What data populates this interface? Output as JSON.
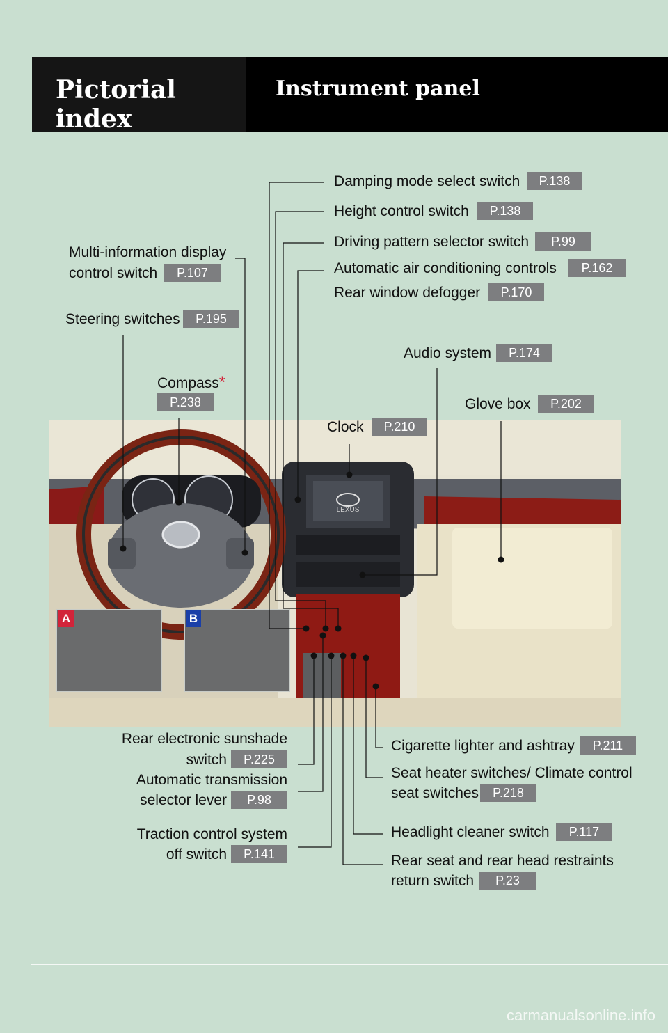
{
  "header": {
    "section": "Pictorial index",
    "page": "Instrument panel"
  },
  "photo": {
    "tag_a": "A",
    "tag_b": "B",
    "emblem_text": "LEXUS"
  },
  "callouts": {
    "damping": {
      "label": "Damping mode select switch",
      "page": "P.138"
    },
    "height": {
      "label": "Height control switch",
      "page": "P.138"
    },
    "driving": {
      "label": "Driving pattern selector switch",
      "page": "P.99"
    },
    "aircon": {
      "label": "Automatic air conditioning controls",
      "page": "P.162"
    },
    "defogger": {
      "label": "Rear window defogger",
      "page": "P.170"
    },
    "multi": {
      "line1": "Multi-information display",
      "line2": "control switch",
      "page": "P.107"
    },
    "steering": {
      "label": "Steering switches",
      "page": "P.195"
    },
    "compass": {
      "label": "Compass",
      "asterisk": "*",
      "page": "P.238"
    },
    "audio": {
      "label": "Audio system",
      "page": "P.174"
    },
    "glovebox": {
      "label": "Glove box",
      "page": "P.202"
    },
    "clock": {
      "label": "Clock",
      "page": "P.210"
    },
    "sunshade": {
      "line1": "Rear electronic sunshade",
      "line2": "switch",
      "page": "P.225"
    },
    "transmission": {
      "line1": "Automatic transmission",
      "line2": "selector lever",
      "page": "P.98"
    },
    "traction": {
      "line1": "Traction control system",
      "line2": "off switch",
      "page": "P.141"
    },
    "cigarette": {
      "label": "Cigarette lighter and ashtray",
      "page": "P.211"
    },
    "seatheater": {
      "line1": "Seat heater switches/ Climate control",
      "line2": "seat switches",
      "page": "P.218"
    },
    "headlight": {
      "label": "Headlight cleaner switch",
      "page": "P.117"
    },
    "rearseat": {
      "line1": "Rear seat and rear head restraints",
      "line2": "return switch",
      "page": "P.23"
    }
  },
  "watermark": "carmanualsonline.info",
  "colors": {
    "page_bg": "#c9dfd0",
    "header_bg": "#000000",
    "page_badge": "#7d7e80",
    "tag_a": "#d2243a",
    "tag_b": "#1a3fa8"
  }
}
